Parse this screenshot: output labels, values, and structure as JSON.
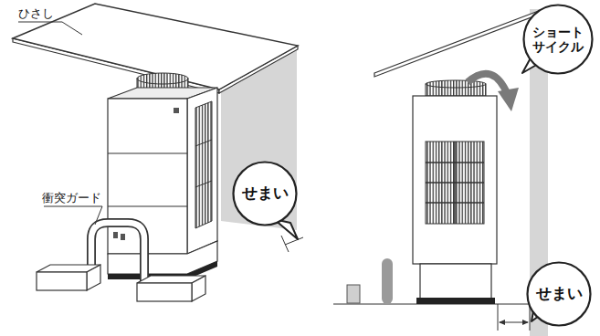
{
  "diagram": {
    "nodes": [
      {
        "text": [
          "せまい"
        ]
      },
      {
        "text": [
          "ショート サイクル"
        ]
      },
      {
        "text": [
          "せまい"
        ]
      }
    ],
    "labels": [
      "ひさし",
      "衝突ガード"
    ]
  }
}
